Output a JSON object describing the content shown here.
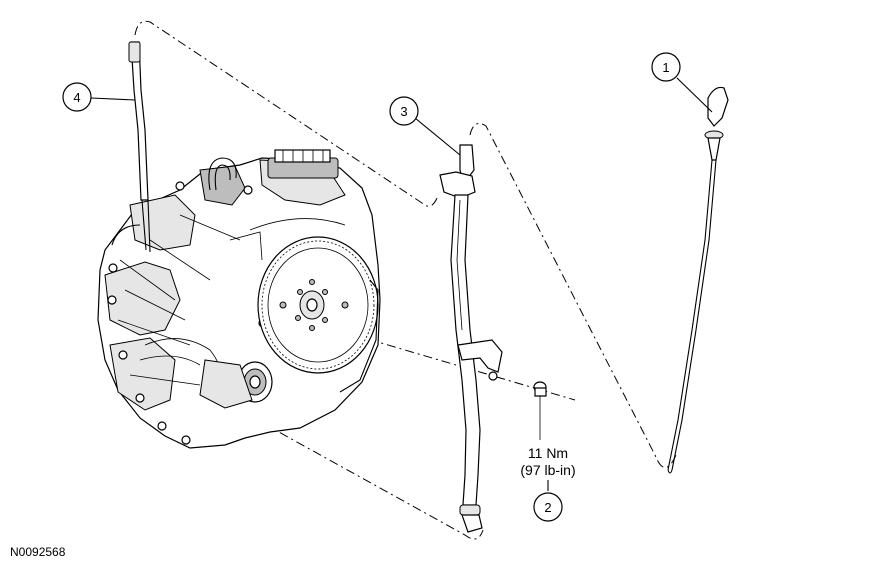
{
  "callouts": [
    {
      "id": "1",
      "label": "1"
    },
    {
      "id": "2",
      "label": "2"
    },
    {
      "id": "3",
      "label": "3"
    },
    {
      "id": "4",
      "label": "4"
    }
  ],
  "torque": {
    "metric": "11 Nm",
    "imperial": "(97 lb-in)"
  },
  "reference_number": "N0092568"
}
